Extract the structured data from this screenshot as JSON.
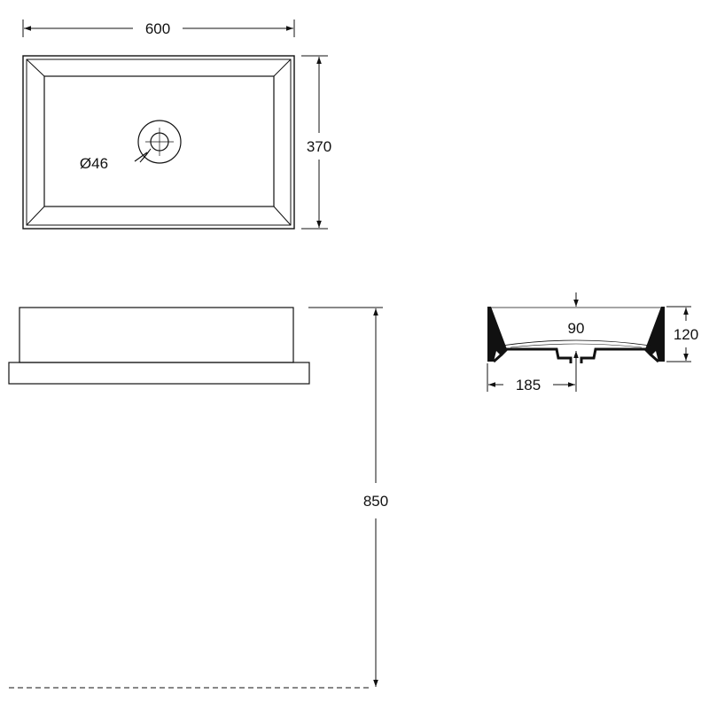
{
  "drawing": {
    "top_view": {
      "width_label": "600",
      "depth_label": "370",
      "drain_label": "Ø46"
    },
    "front_view": {
      "height_label": "850"
    },
    "section_view": {
      "inner_depth_label": "90",
      "height_label": "120",
      "half_width_label": "185"
    }
  },
  "colors": {
    "line": "#111111",
    "background": "#ffffff"
  }
}
